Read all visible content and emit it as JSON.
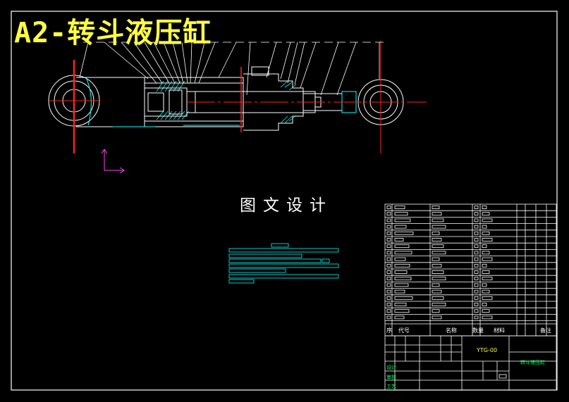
{
  "drawing": {
    "title": "A2-转斗液压缸",
    "watermark": "图文设计"
  },
  "title_block": {
    "header_code": "代号",
    "header_name": "名称",
    "header_qty": "数量",
    "header_material": "材料",
    "header_remark": "备注",
    "drawing_number": "YTG-00",
    "drawing_name": "转斗液压缸",
    "tb_design": "设计",
    "tb_check": "审核",
    "tb_process": "工艺"
  },
  "colors": {
    "outline": "#ffffff",
    "hatch": "#00ffff",
    "centerline": "#ff2222",
    "leader": "#ffffff",
    "axis": "#ff44ff",
    "title": "#ffff44"
  },
  "icons": [
    "ucs-axis-icon"
  ]
}
